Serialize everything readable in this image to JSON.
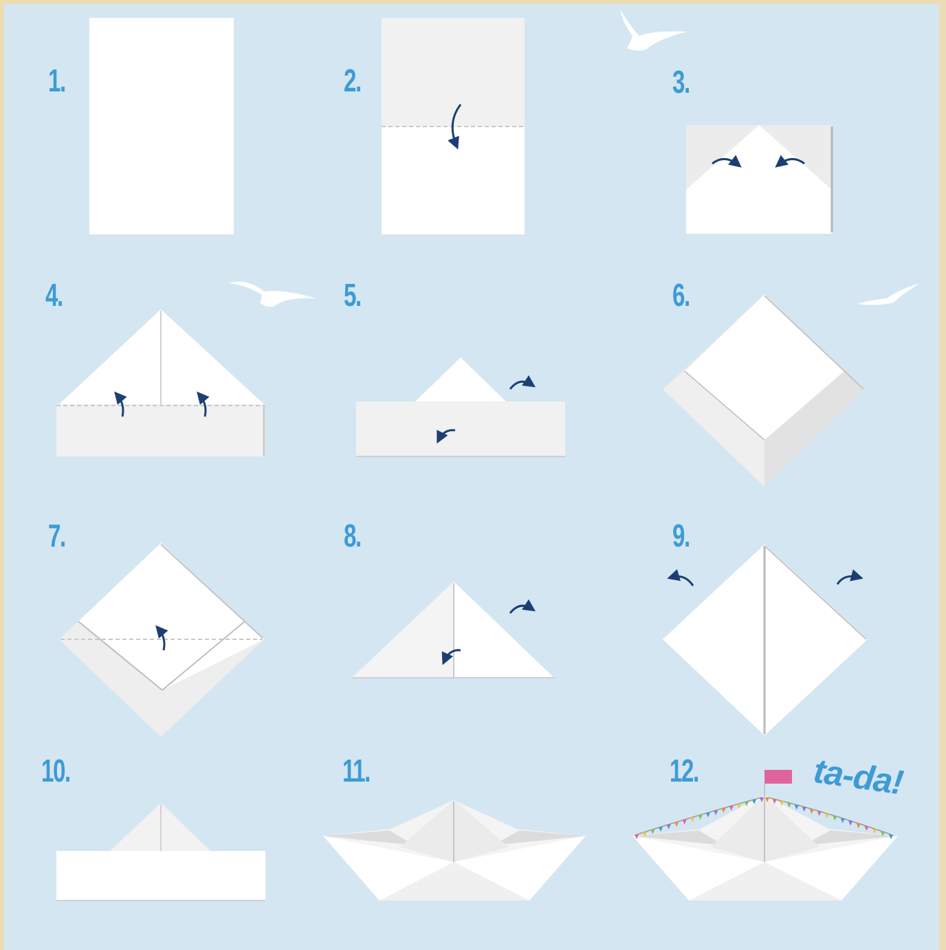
{
  "steps": [
    {
      "label": "1."
    },
    {
      "label": "2."
    },
    {
      "label": "3."
    },
    {
      "label": "4."
    },
    {
      "label": "5."
    },
    {
      "label": "6."
    },
    {
      "label": "7."
    },
    {
      "label": "8."
    },
    {
      "label": "9."
    },
    {
      "label": "10."
    },
    {
      "label": "11."
    },
    {
      "label": "12."
    }
  ],
  "final_caption": "ta-da!",
  "colors": {
    "background": "#d4e6f1",
    "paper": "#ffffff",
    "paper_shade": "#eeeeee",
    "label": "#3d9bd6",
    "arrow": "#1c3f73",
    "flag": "#e0649c"
  },
  "icons": [
    "seagull-icon",
    "fold-arrow-icon",
    "flag-icon",
    "bunting-icon"
  ]
}
